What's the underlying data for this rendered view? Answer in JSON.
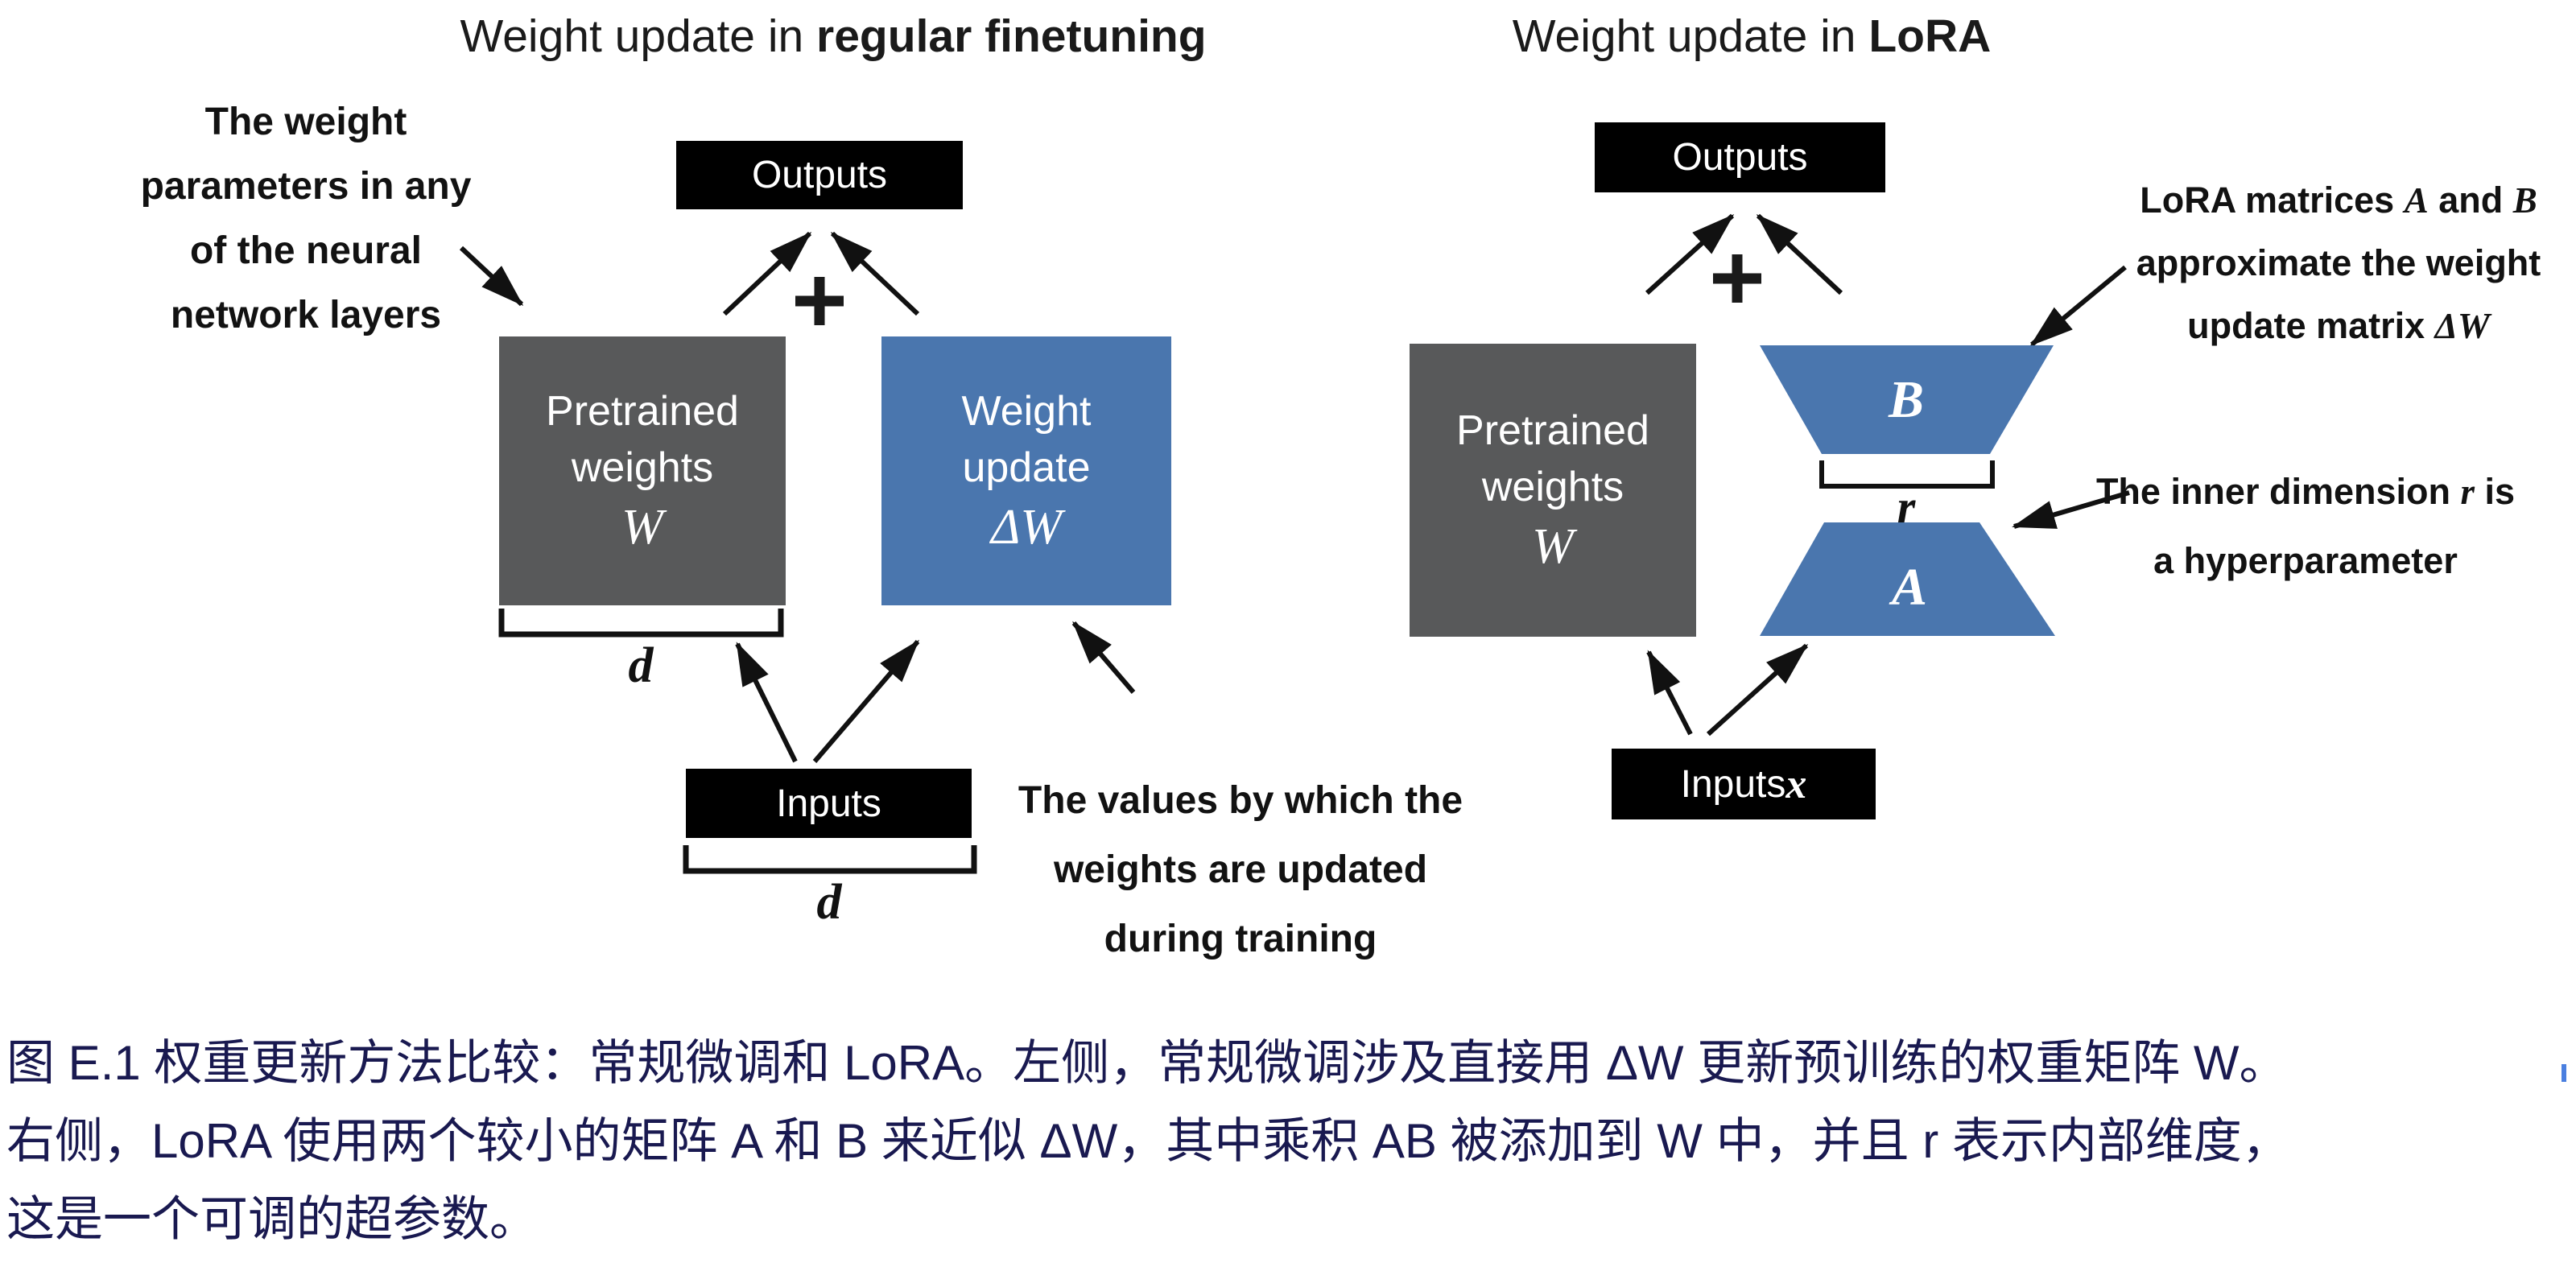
{
  "left": {
    "title": {
      "prefix": "Weight update in ",
      "emph": "regular finetuning"
    },
    "weight_annotation": {
      "l1": "The weight",
      "l2": "parameters in any",
      "l3": "of the neural",
      "l4": "network layers"
    },
    "outputs_label": "Outputs",
    "plus": "+",
    "pretrained_box": {
      "l1": "Pretrained",
      "l2": "weights",
      "math": "W"
    },
    "update_box": {
      "l1": "Weight",
      "l2": "update",
      "math": "ΔW"
    },
    "d_top_label": "d",
    "inputs_label": "Inputs",
    "d_bottom_label": "d",
    "values_annotation": {
      "l1": "The values by which the",
      "l2": "weights are updated",
      "l3": "during training"
    }
  },
  "right": {
    "title": {
      "prefix": "Weight update in ",
      "emph": "LoRA"
    },
    "outputs_label": "Outputs",
    "plus": "+",
    "pretrained_box": {
      "l1": "Pretrained",
      "l2": "weights",
      "math": "W"
    },
    "matrix_b_label": "B",
    "matrix_a_label": "A",
    "r_label": "r",
    "inputs": {
      "text": "Inputs ",
      "math": "x"
    },
    "ab_annotation": {
      "l1a": "LoRA matrices ",
      "l1b": "A",
      "l1c": " and ",
      "l1d": "B",
      "l2": "approximate the weight",
      "l3a": "update matrix ",
      "l3b": "ΔW"
    },
    "r_annotation": {
      "l1a": "The inner dimension ",
      "l1b": "r",
      "l1c": " is",
      "l2": "a hyperparameter"
    }
  },
  "caption": {
    "line1": "图 E.1 权重更新方法比较：常规微调和 LoRA。左侧，常规微调涉及直接用 ΔW 更新预训练的权重矩阵 W。",
    "line2": "右侧，LoRA 使用两个较小的矩阵 A 和 B 来近似 ΔW，其中乘积 AB 被添加到 W 中，并且 r 表示内部维度，",
    "line3": "这是一个可调的超参数。"
  },
  "colors": {
    "box_blue": "#4a76ae",
    "box_gray": "#58595a",
    "box_black": "#000000",
    "caption_navy": "#191950",
    "cursor_blue": "#4a7fe0"
  }
}
